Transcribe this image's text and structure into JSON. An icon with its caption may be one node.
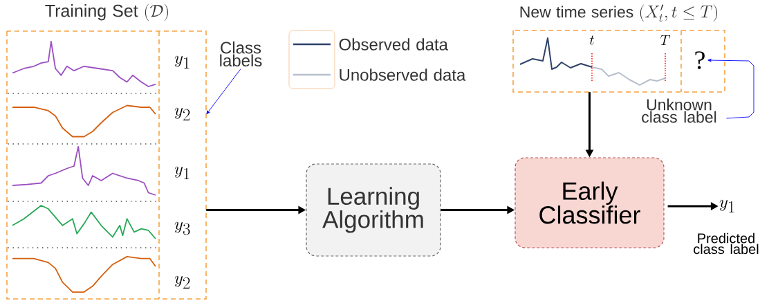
{
  "diagram": {
    "nodes": [
      {
        "text": [
          "Training Set",
          "(\\mathcal{D})"
        ]
      },
      {
        "text": [
          "y_1",
          "y_2",
          "y_1",
          "y_3",
          "y_2"
        ],
        "in": 0
      },
      {
        "text": [
          "Class labels"
        ]
      },
      {
        "text": [
          "New time series",
          "(X'_t, t \\le T)",
          "t",
          "T"
        ]
      },
      {
        "text": [
          "?"
        ],
        "in": 3
      },
      {
        "text": [
          "Unknown class label"
        ]
      },
      {
        "text": [
          "Learning Algorithm"
        ]
      },
      {
        "text": [
          "Early Classifier"
        ]
      },
      {
        "text": [
          "y_1"
        ],
        "beside": [
          "Predicted class label"
        ]
      }
    ],
    "edges": [
      {
        "from": 2,
        "to": 1,
        "arrow": "to",
        "color": "#0000ff"
      },
      {
        "from": 5,
        "to": 4,
        "arrow": "to",
        "color": "#0000ff"
      },
      {
        "from": 0,
        "to": 6,
        "arrow": "to"
      },
      {
        "from": 6,
        "to": 7,
        "arrow": "to"
      },
      {
        "from": 3,
        "to": 7,
        "arrow": "to"
      },
      {
        "from": 7,
        "to": 8,
        "arrow": "to"
      }
    ],
    "legend": [
      {
        "text": "Observed data"
      },
      {
        "text": "Unobserved data"
      }
    ]
  }
}
